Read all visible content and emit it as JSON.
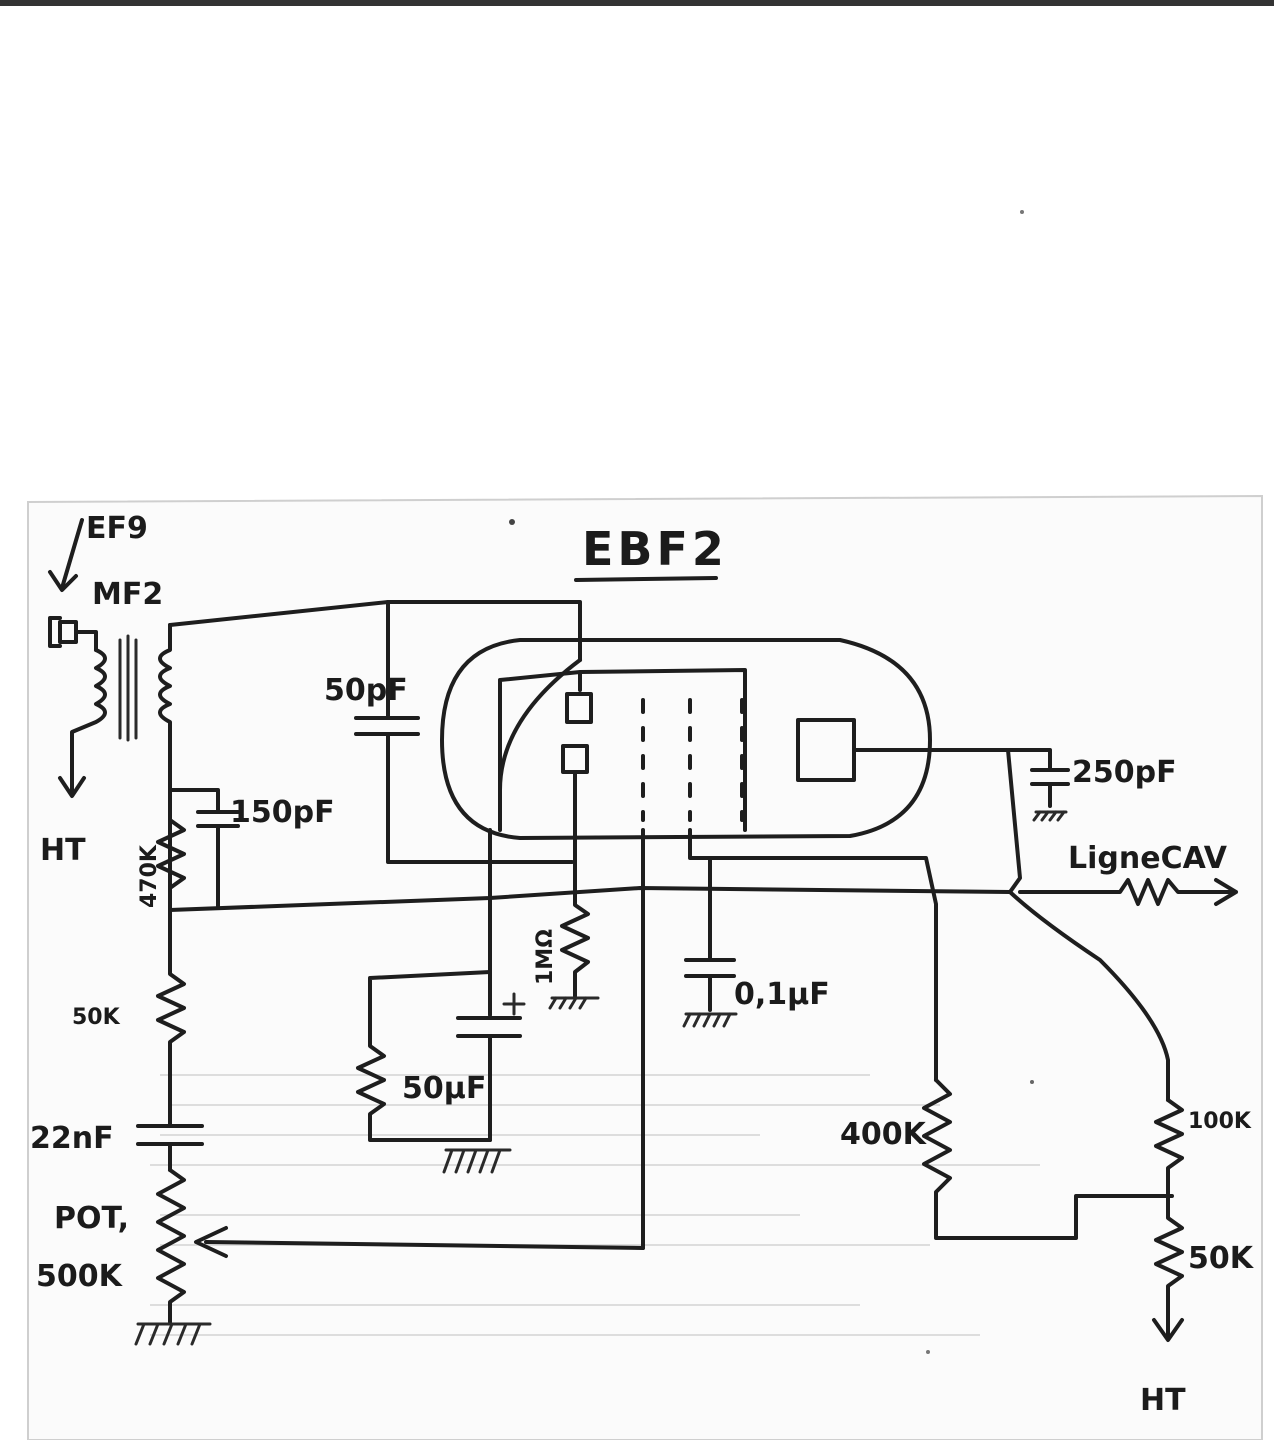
{
  "labels": {
    "ef9": "EF9",
    "mf2": "MF2",
    "ht_left": "HT",
    "ebf2": "EBF2",
    "c50pf": "50pF",
    "c150pf": "150pF",
    "r470k": "470K",
    "r1m": "1MΩ",
    "c250pf": "250pF",
    "ligne_cav": "LigneCAV",
    "r50k_left": "50K",
    "c50uf": "50µF",
    "c01uf": "0,1µF",
    "r400k": "400K",
    "r100k": "100K",
    "c22nf": "22nF",
    "pot_line1": "POT,",
    "pot_line2": "500K",
    "r50k_right": "50K",
    "ht_right": "HT"
  },
  "colors": {
    "ink": "#1e1e1e",
    "paper": "#ffffff",
    "sheet": "#fbfbfb"
  }
}
